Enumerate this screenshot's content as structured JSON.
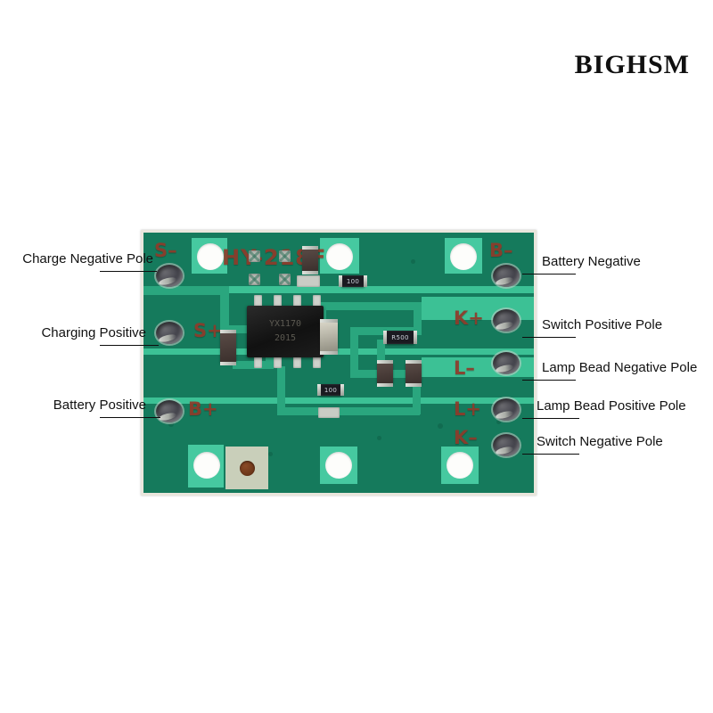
{
  "watermark": {
    "text": "BIGHSM"
  },
  "board": {
    "part_number": "HY-218F",
    "ic_marking_line1": "YX1170",
    "ic_marking_line2": "2015",
    "resistor_marking_1": "R500",
    "resistor_marking_2": "100",
    "resistor_marking_3": "100",
    "silkscreen_pins": [
      {
        "name": "s-minus",
        "text": "S–"
      },
      {
        "name": "s-plus",
        "text": "S+"
      },
      {
        "name": "b-plus",
        "text": "B+"
      },
      {
        "name": "b-minus",
        "text": "B–"
      },
      {
        "name": "k-plus",
        "text": "K+"
      },
      {
        "name": "l-minus",
        "text": "L–"
      },
      {
        "name": "l-plus",
        "text": "L+"
      },
      {
        "name": "k-minus",
        "text": "K–"
      }
    ],
    "colors": {
      "solder_mask": "#1d8f6d",
      "solder_mask_dark": "#157a5c",
      "copper": "#3cc195",
      "silkscreen": "#8f3b2a",
      "board_edge": "#e9e6dc"
    }
  },
  "annotations": {
    "left": [
      {
        "name": "charge-negative-pole",
        "text": "Charge Negative Pole"
      },
      {
        "name": "charging-positive",
        "text": "Charging Positive"
      },
      {
        "name": "battery-positive",
        "text": "Battery Positive"
      }
    ],
    "right": [
      {
        "name": "battery-negative",
        "text": "Battery Negative"
      },
      {
        "name": "switch-positive-pole",
        "text": "Switch Positive Pole"
      },
      {
        "name": "lamp-bead-negative-pole",
        "text": "Lamp Bead Negative Pole"
      },
      {
        "name": "lamp-bead-positive-pole",
        "text": "Lamp Bead Positive Pole"
      },
      {
        "name": "switch-negative-pole",
        "text": "Switch Negative Pole"
      }
    ]
  }
}
